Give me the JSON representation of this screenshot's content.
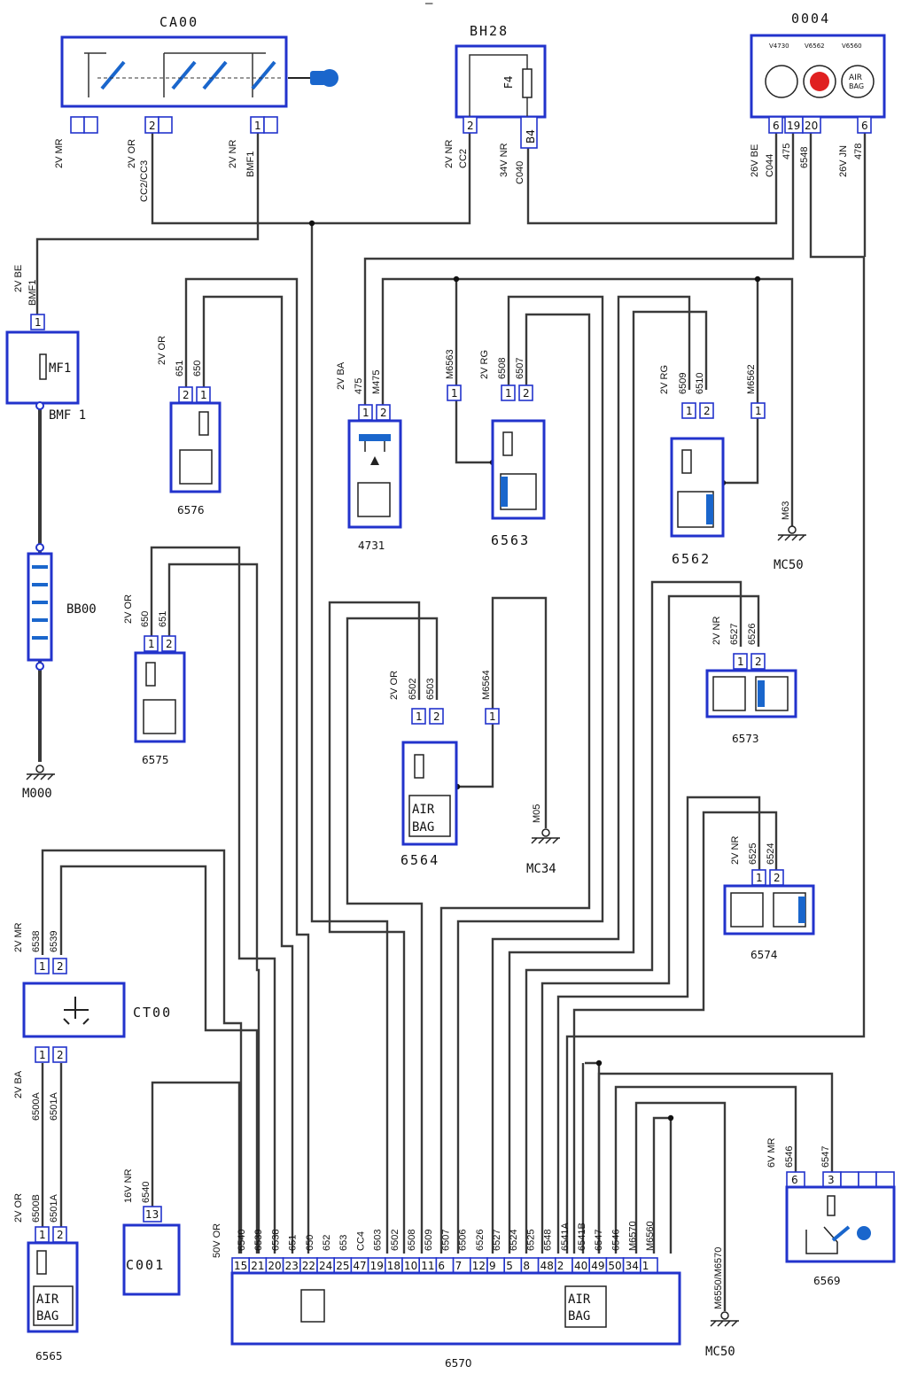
{
  "header_mark": "—",
  "components": {
    "CA00": "CA00",
    "BH28": "BH28",
    "0004": "0004",
    "MF1": "MF1",
    "BMF1": "BMF 1",
    "BB00": "BB00",
    "M000": "M000",
    "6576": "6576",
    "6575": "6575",
    "4731": "4731",
    "6563": "6563",
    "6562": "6562",
    "6564": "6564",
    "6573": "6573",
    "6574": "6574",
    "CT00": "CT00",
    "6565": "6565",
    "C001": "C001",
    "6570": "6570",
    "6569": "6569",
    "MC50a": "MC50",
    "MC34": "MC34",
    "MC50b": "MC50",
    "F4": "F4",
    "B4": "B4"
  },
  "grounds": {
    "M63": "M63",
    "M05": "M05"
  },
  "airbag": {
    "l1": "AIR",
    "l2": "BAG"
  },
  "icon_text": {
    "air": "AIR",
    "bag": "BAG"
  },
  "lamp_codes": {
    "a": "V4730",
    "b": "V6562",
    "c": "V6560"
  },
  "wire_labels": {
    "ca00_2vmr": "2V MR",
    "ca00_2vor": "2V OR",
    "ca00_cc2": "CC2/CC3",
    "ca00_2vnr": "2V NR",
    "ca00_bmf1": "BMF1",
    "bh28_2vnr": "2V NR",
    "bh28_cc2": "CC2",
    "bh28_34vnr": "34V NR",
    "bh28_c040": "C040",
    "d0004_26vbe": "26V BE",
    "d0004_c044": "C044",
    "d0004_475": "475",
    "d0004_6548": "6548",
    "d0004_26vjn": "26V JN",
    "d0004_478": "478",
    "mf1_2vbe": "2V BE",
    "mf1_bmf1": "BMF1",
    "w6576_2vor": "2V OR",
    "w6576_651": "651",
    "w6576_650": "650",
    "w6575_2vor": "2V OR",
    "w6575_650": "650",
    "w6575_651": "651",
    "w4731_2vba": "2V BA",
    "w4731_475": "475",
    "w4731_m475": "M475",
    "w6563_m6563": "M6563",
    "w6563_2vrg": "2V RG",
    "w6563_6508": "6508",
    "w6563_6507": "6507",
    "w6562_2vrg": "2V RG",
    "w6562_6509": "6509",
    "w6562_6510": "6510",
    "w6562_m6562": "M6562",
    "w6564_2vor": "2V OR",
    "w6564_6502": "6502",
    "w6564_6503": "6503",
    "w6564_m6564": "M6564",
    "w6573_2vnr": "2V NR",
    "w6573_6527": "6527",
    "w6573_6526": "6526",
    "w6574_2vnr": "2V NR",
    "w6574_6525": "6525",
    "w6574_6524": "6524",
    "ct00_2vmr": "2V MR",
    "ct00_6538": "6538",
    "ct00_6539": "6539",
    "ct00_2vba": "2V BA",
    "ct00_6500a": "6500A",
    "ct00_6501a": "6501A",
    "w6565_2vor": "2V OR",
    "w6565_6500b": "6500B",
    "w6565_6501a": "6501A",
    "c001_16vnr": "16V NR",
    "c001_6540": "6540",
    "w6570_50vor": "50V OR",
    "w6569_6vmr": "6V MR",
    "w6569_6546": "6546",
    "w6569_6547": "6547",
    "mc50_m6550": "M6550/M6570"
  },
  "ecu_wires": [
    "6540",
    "6539",
    "6538",
    "651",
    "650",
    "652",
    "653",
    "CC4",
    "6503",
    "6502",
    "6508",
    "6509",
    "6507",
    "6506",
    "6526",
    "6527",
    "6524",
    "6525",
    "6548",
    "6541A",
    "6541B",
    "6547",
    "6546",
    "M6570",
    "M6560"
  ],
  "ecu_pins": [
    "15",
    "21",
    "20",
    "23",
    "22",
    "24",
    "25",
    "47",
    "19",
    "18",
    "10",
    "11",
    "6",
    "7",
    "12",
    "9",
    "5",
    "8",
    "48",
    "2",
    "40",
    "49",
    "50",
    "34",
    "1"
  ],
  "pins": {
    "ca00_a": "",
    "ca00_b": "",
    "ca00_2": "2",
    "ca00_c": "",
    "ca00_1": "1",
    "ca00_d": "",
    "bh28_2": "2",
    "bh28_b4": "B4",
    "d0004_6a": "6",
    "d0004_19": "19",
    "d0004_20": "20",
    "d0004_6b": "6",
    "mf1_1": "1",
    "p6576_2": "2",
    "p6576_1": "1",
    "p6575_1": "1",
    "p6575_2": "2",
    "p4731_1": "1",
    "p4731_2": "2",
    "p6563_m": "1",
    "p6563_1": "1",
    "p6563_2": "2",
    "p6562_1": "1",
    "p6562_2": "2",
    "p6562_m": "1",
    "p6564_1": "1",
    "p6564_2": "2",
    "p6564_m": "1",
    "p6573_1": "1",
    "p6573_2": "2",
    "p6574_1": "1",
    "p6574_2": "2",
    "ct00_t1": "1",
    "ct00_t2": "2",
    "ct00_b1": "1",
    "ct00_b2": "2",
    "p6565_1": "1",
    "p6565_2": "2",
    "c001_13": "13",
    "p6569_6": "6",
    "p6569_3": "3",
    "p6569_x1": "",
    "p6569_x2": "",
    "p6569_x3": ""
  }
}
